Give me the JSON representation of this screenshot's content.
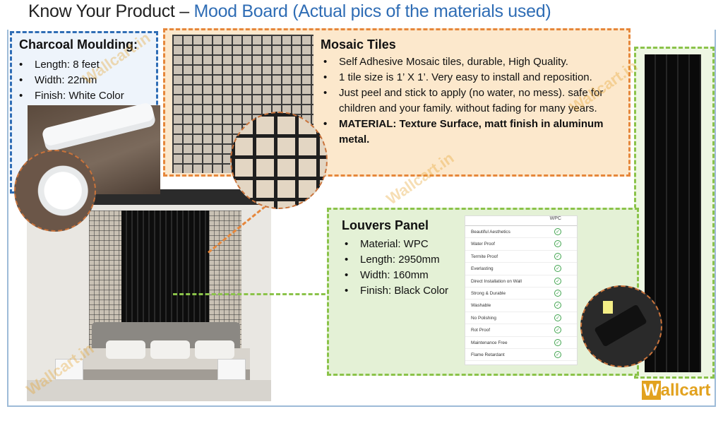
{
  "title": {
    "main": "Know Your Product –",
    "accent": "Mood Board (Actual pics of the materials used)"
  },
  "moulding": {
    "heading": "Charcoal Moulding:",
    "items": [
      "Length: 8 feet",
      "Width: 22mm",
      "Finish: White Color"
    ]
  },
  "mosaic": {
    "heading": "Mosaic Tiles",
    "items": [
      "Self Adhesive Mosaic tiles, durable, High Quality.",
      "1 tile size is 1’ X 1’. Very easy to install and reposition.",
      "Just peel and stick to apply (no water, no mess). safe for children and your family. without fading for many years.",
      "MATERIAL: Texture Surface, matt finish in aluminum metal."
    ]
  },
  "louvers": {
    "heading": "Louvers Panel",
    "items": [
      "Material: WPC",
      "Length: 2950mm",
      "Width: 160mm",
      "Finish: Black Color"
    ],
    "table_header": "WPC",
    "table_rows": [
      "Beautiful Aesthetics",
      "Water Proof",
      "Termite Proof",
      "Everlasting",
      "Direct Installation on Wall",
      "Strong & Durable",
      "Washable",
      "No Polishing",
      "Rot Proof",
      "Maintenance Free",
      "Flame Retardant"
    ],
    "check_symbol": "✓"
  },
  "logo": {
    "letter": "W",
    "rest": "allcart"
  },
  "watermark": "Wallcart.in",
  "colors": {
    "blue": "#2f6db5",
    "orange": "#e6873b",
    "green": "#8bc34a",
    "logo": "#e2a21f"
  }
}
